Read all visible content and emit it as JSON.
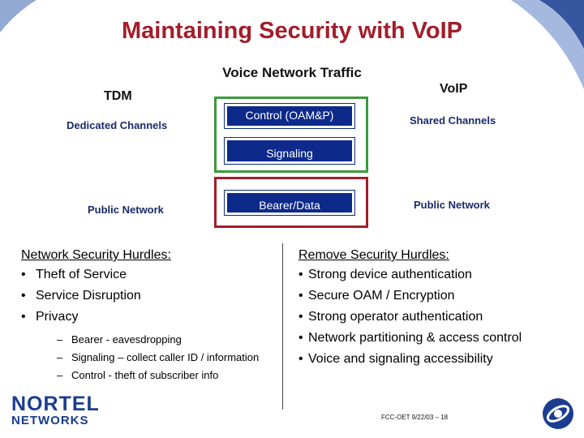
{
  "slide": {
    "title": "Maintaining Security with VoIP",
    "subtitle": "Voice Network Traffic"
  },
  "tdm": {
    "heading": "TDM",
    "channels": "Dedicated Channels",
    "network": "Public Network"
  },
  "voip": {
    "heading": "VoIP",
    "channels": "Shared Channels",
    "network": "Public Network"
  },
  "diagram": {
    "control": "Control (OAM&P)",
    "signaling": "Signaling",
    "bearer": "Bearer/Data"
  },
  "hurdles": {
    "heading": "Network Security Hurdles:",
    "items": [
      "Theft of Service",
      "Service Disruption",
      "Privacy"
    ],
    "subitems": [
      "Bearer - eavesdropping",
      "Signaling – collect caller ID / information",
      "Control - theft of subscriber info"
    ]
  },
  "remove": {
    "heading": "Remove Security Hurdles:",
    "items": [
      "Strong device authentication",
      "Secure OAM / Encryption",
      "Strong operator authentication",
      "Network partitioning & access control",
      "Voice and signaling accessibility"
    ]
  },
  "logo": {
    "line1": "NORTEL",
    "line2": "NETWORKS"
  },
  "footer": {
    "text": "FCC-OET 9/22/03 –    18"
  },
  "colors": {
    "title": "#a31d2a",
    "box_fill": "#0d2a8a",
    "green_frame": "#3c9a3c",
    "red_frame": "#a31d2a",
    "logo": "#1a3d8f"
  },
  "icons": [
    "corner-swoosh-graphic",
    "globe-logo-icon"
  ]
}
